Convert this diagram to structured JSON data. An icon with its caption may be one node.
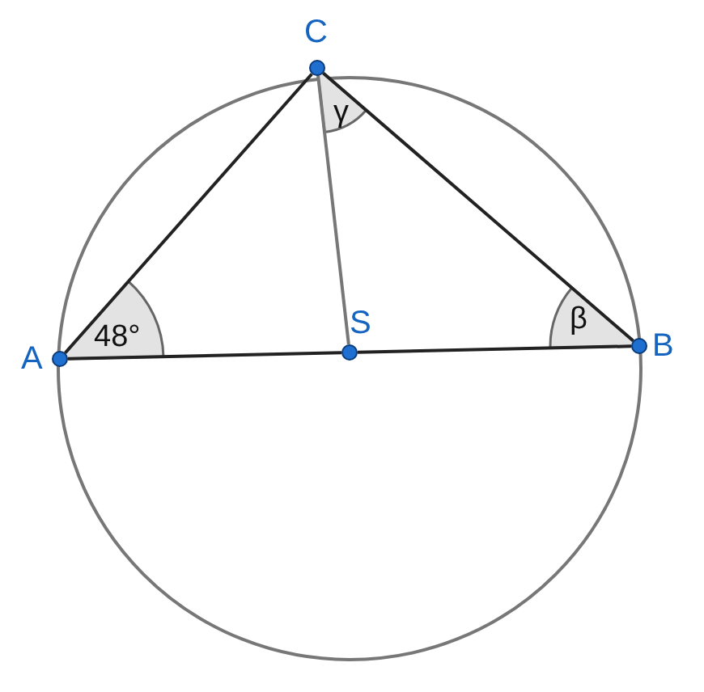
{
  "diagram": {
    "nodes": [
      {
        "text": [
          "C"
        ]
      },
      {
        "text": [
          "A"
        ]
      },
      {
        "text": [
          "S"
        ]
      },
      {
        "text": [
          "B"
        ]
      }
    ],
    "edges": [
      {
        "from": 1,
        "to": 0,
        "arrow": "none"
      },
      {
        "from": 0,
        "to": 3,
        "arrow": "none"
      },
      {
        "from": 1,
        "to": 2,
        "arrow": "none"
      },
      {
        "from": 2,
        "to": 3,
        "arrow": "none"
      },
      {
        "from": 0,
        "to": 2,
        "arrow": "none"
      }
    ],
    "labels": [
      "γ",
      "48°",
      "β"
    ]
  }
}
